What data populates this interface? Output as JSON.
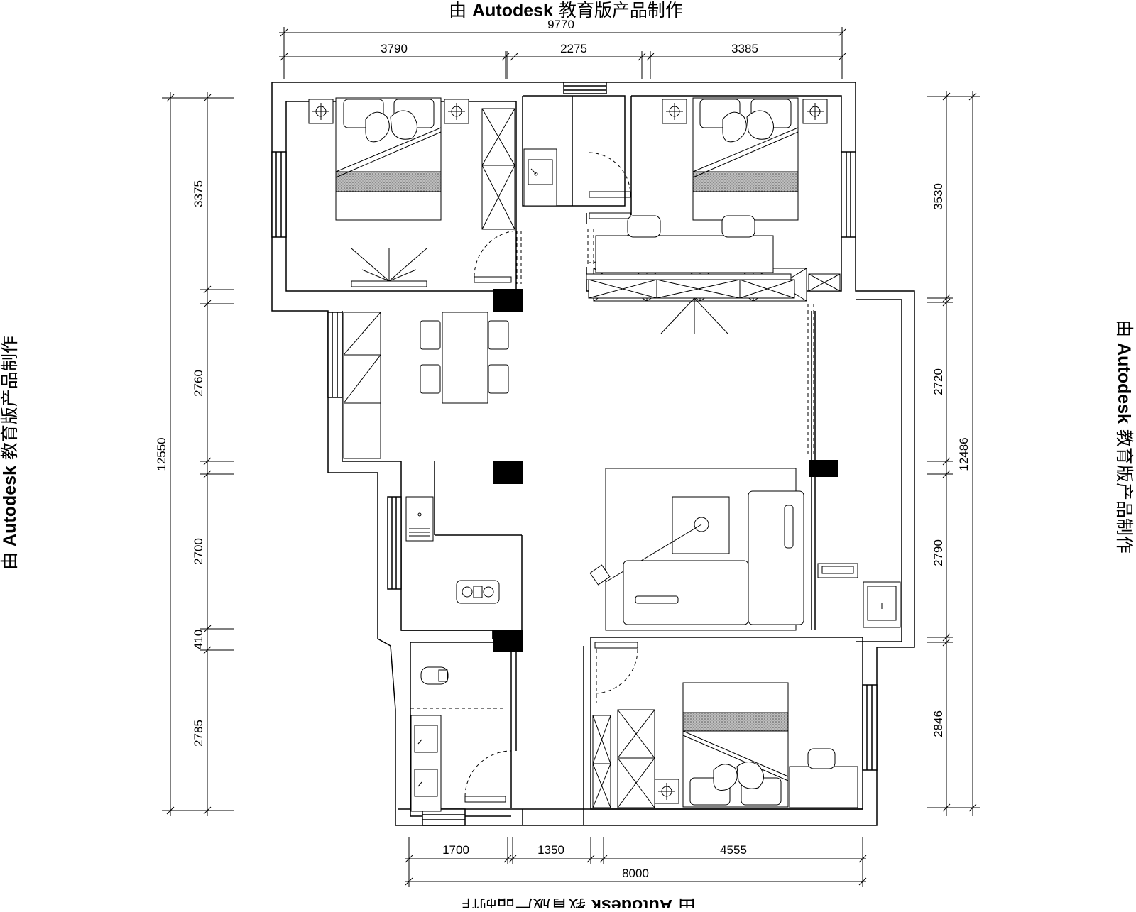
{
  "watermark": {
    "prefix": "由 ",
    "brand": "Autodesk",
    "suffix": " 教育版产品制作"
  },
  "dimensions": {
    "top": {
      "total": "9770",
      "segments": [
        "3790",
        "2275",
        "3385"
      ]
    },
    "bottom": {
      "total": "8000",
      "segments": [
        "1700",
        "1350",
        "4555"
      ]
    },
    "left": {
      "total": "12550",
      "segments": [
        "3375",
        "2760",
        "2700",
        "410",
        "2785"
      ]
    },
    "right": {
      "total": "12486",
      "segments": [
        "3530",
        "2720",
        "2790",
        "2846"
      ]
    }
  },
  "colors": {
    "line": "#000000",
    "background": "#ffffff",
    "hatch": "#7a7a7a"
  }
}
